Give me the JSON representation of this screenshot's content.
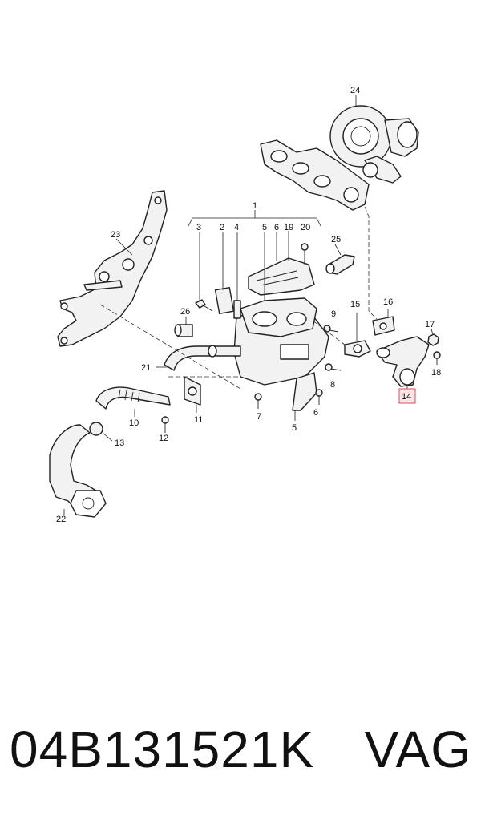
{
  "diagram": {
    "callouts": {
      "c1": "1",
      "c2": "2",
      "c3": "3",
      "c4": "4",
      "c5a": "5",
      "c5b": "5",
      "c6a": "6",
      "c6b": "6",
      "c7": "7",
      "c8": "8",
      "c9": "9",
      "c10": "10",
      "c11": "11",
      "c12": "12",
      "c13": "13",
      "c14": "14",
      "c15": "15",
      "c16": "16",
      "c17": "17",
      "c18": "18",
      "c19": "19",
      "c20": "20",
      "c21": "21",
      "c22": "22",
      "c23": "23",
      "c24": "24",
      "c25": "25",
      "c26": "26"
    },
    "highlight_color": "#e04c5c"
  },
  "footer": {
    "part_number": "04B131521K",
    "brand": "VAG"
  }
}
